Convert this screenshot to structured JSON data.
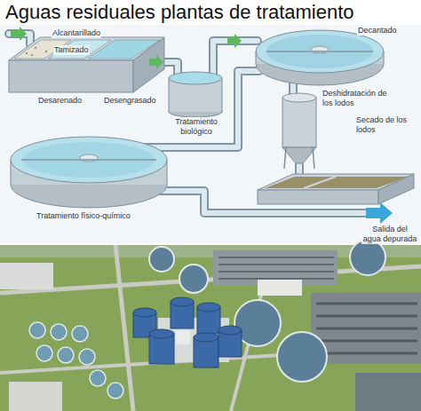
{
  "diagram": {
    "title": "Aguas residuales plantas de tratamiento",
    "labels": [
      "Alcantarillado",
      "Tamizado",
      "Desarenado",
      "Desengrasado",
      "Tratamiento biológico",
      "Decantado",
      "Deshidratación de los lodos",
      "Secado de los lodos",
      "Tratamiento físico-químico",
      "Salida del agua depurada"
    ]
  }
}
